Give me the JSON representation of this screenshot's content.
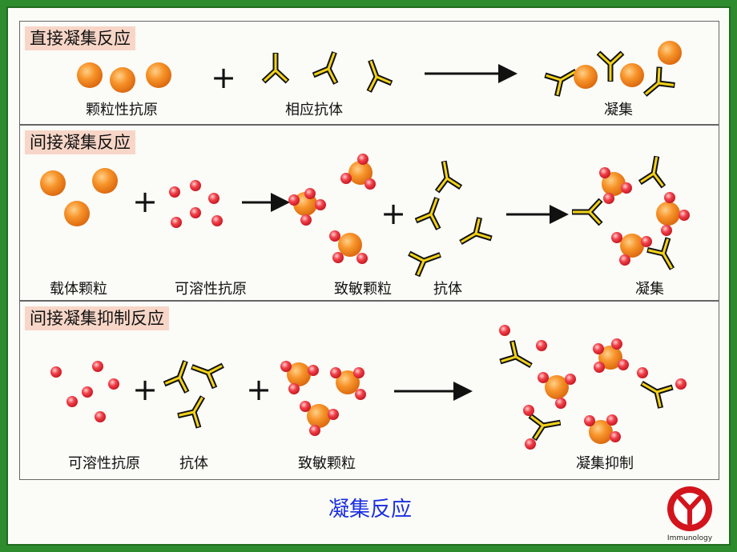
{
  "panels": [
    {
      "title": "直接凝集反应",
      "labels": {
        "particles": "颗粒性抗原",
        "antibody": "相应抗体",
        "result": "凝集"
      }
    },
    {
      "title": "间接凝集反应",
      "labels": {
        "carrier": "载体颗粒",
        "antigen": "可溶性抗原",
        "sensitized": "致敏颗粒",
        "antibody": "抗体",
        "result": "凝集"
      }
    },
    {
      "title": "间接凝集抑制反应",
      "labels": {
        "antigen": "可溶性抗原",
        "antibody": "抗体",
        "sensitized": "致敏颗粒",
        "result": "凝集抑制"
      }
    }
  ],
  "operators": {
    "plus": "+"
  },
  "footer": {
    "title": "凝集反应",
    "logo_text": "Immunology"
  },
  "colors": {
    "particle": "#f28b1e",
    "antigen": "#e8202a",
    "antibody_fill": "#f3d21a",
    "antibody_edge": "#111111",
    "title_bg": "#f7d6c8",
    "footer_text": "#1a2fe0",
    "frame": "#2e8b2e",
    "logo": "#d3141c"
  },
  "icons": [
    "particle-icon",
    "antigen-dot-icon",
    "antibody-icon",
    "arrow-icon",
    "immunology-logo-icon"
  ]
}
